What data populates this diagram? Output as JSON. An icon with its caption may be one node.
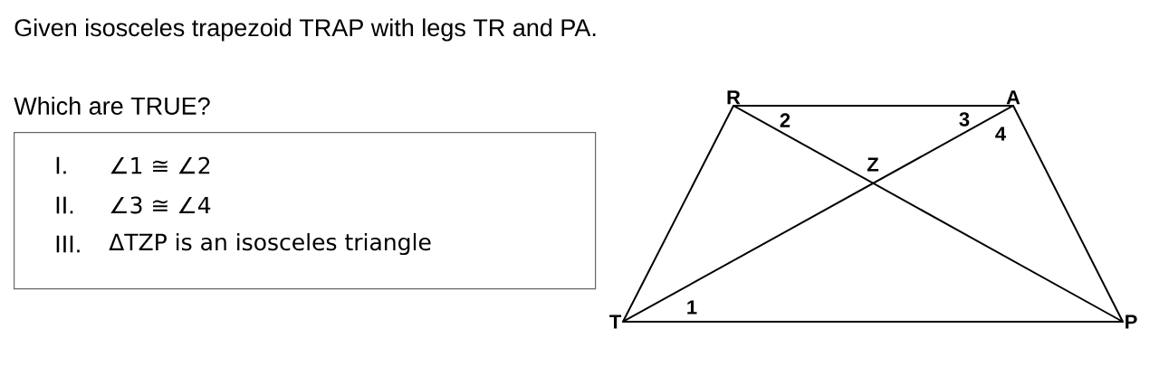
{
  "diagram": {
    "title": "Given isosceles trapezoid TRAP with legs TR and PA.",
    "nodes": [
      {
        "text": [
          "Which are TRUE?",
          "I.",
          "∠1 ≅ ∠2",
          "II.",
          "∠3 ≅ ∠4",
          "III.",
          "ΔTZP is an isosceles triangle"
        ]
      },
      {
        "text": [
          "T"
        ]
      },
      {
        "text": [
          "R"
        ]
      },
      {
        "text": [
          "A"
        ]
      },
      {
        "text": [
          "P"
        ]
      }
    ],
    "edges": [
      {
        "from": 1,
        "to": 2,
        "arrow": "none"
      },
      {
        "from": 2,
        "to": 3,
        "arrow": "none"
      },
      {
        "from": 3,
        "to": 4,
        "arrow": "none"
      },
      {
        "from": 1,
        "to": 4,
        "arrow": "none"
      },
      {
        "from": 1,
        "to": 3,
        "arrow": "none"
      },
      {
        "from": 2,
        "to": 4,
        "arrow": "none"
      }
    ],
    "labels": [
      "2",
      "3",
      "4",
      "Z",
      "1"
    ]
  }
}
